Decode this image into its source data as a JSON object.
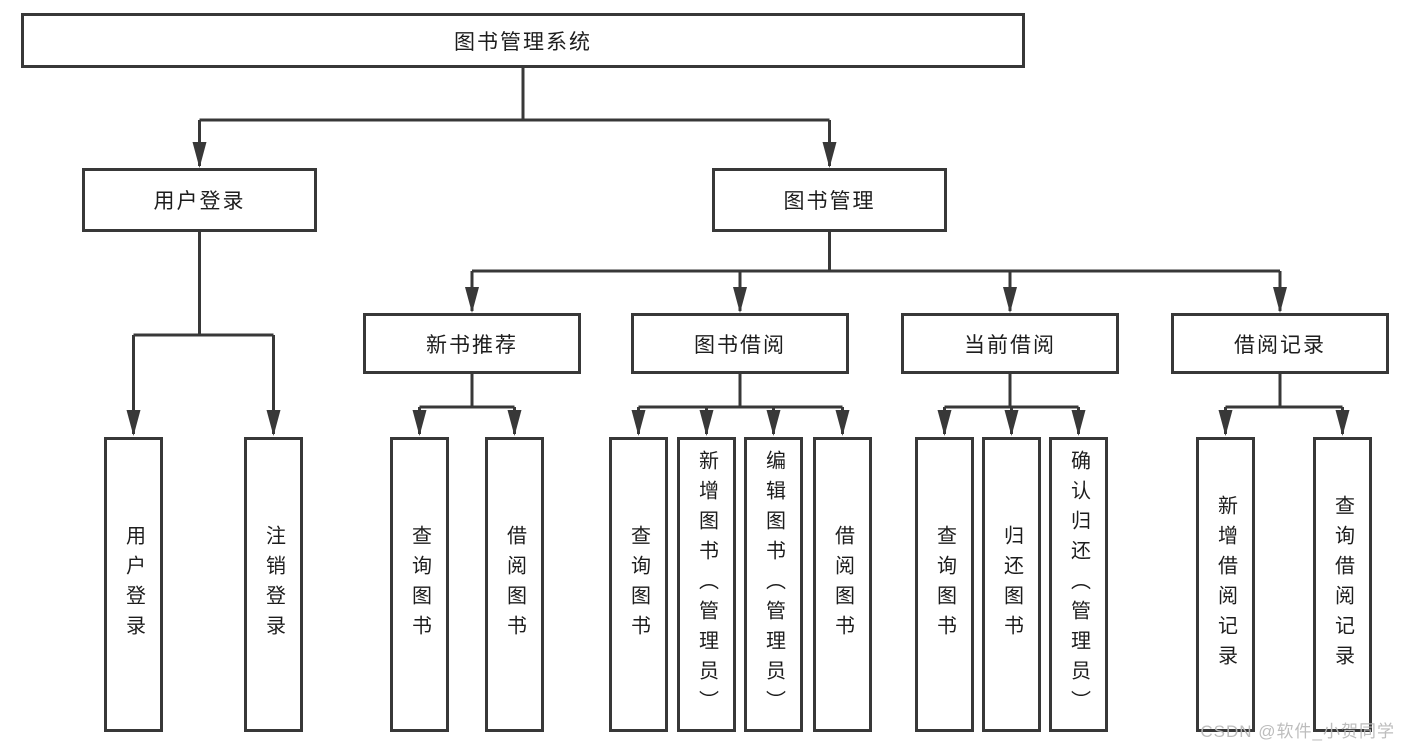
{
  "colors": {
    "line": "#383838",
    "box_border": "#383838",
    "box_fill": "#ffffff",
    "text": "#1d1d1d",
    "watermark": "#b9b9b9"
  },
  "watermark": {
    "text": "CSDN @软件_小贺同学"
  },
  "tree": {
    "label": "图书管理系统",
    "children": [
      {
        "label": "用户登录",
        "children": [
          {
            "label": "用户登录"
          },
          {
            "label": "注销登录"
          }
        ]
      },
      {
        "label": "图书管理",
        "children": [
          {
            "label": "新书推荐",
            "children": [
              {
                "label": "查询图书"
              },
              {
                "label": "借阅图书"
              }
            ]
          },
          {
            "label": "图书借阅",
            "children": [
              {
                "label": "查询图书"
              },
              {
                "label": "新增图书（管理员）"
              },
              {
                "label": "编辑图书（管理员）"
              },
              {
                "label": "借阅图书"
              }
            ]
          },
          {
            "label": "当前借阅",
            "children": [
              {
                "label": "查询图书"
              },
              {
                "label": "归还图书"
              },
              {
                "label": "确认归还（管理员）"
              }
            ]
          },
          {
            "label": "借阅记录",
            "children": [
              {
                "label": "新增借阅记录"
              },
              {
                "label": "查询借阅记录"
              }
            ]
          }
        ]
      }
    ]
  }
}
